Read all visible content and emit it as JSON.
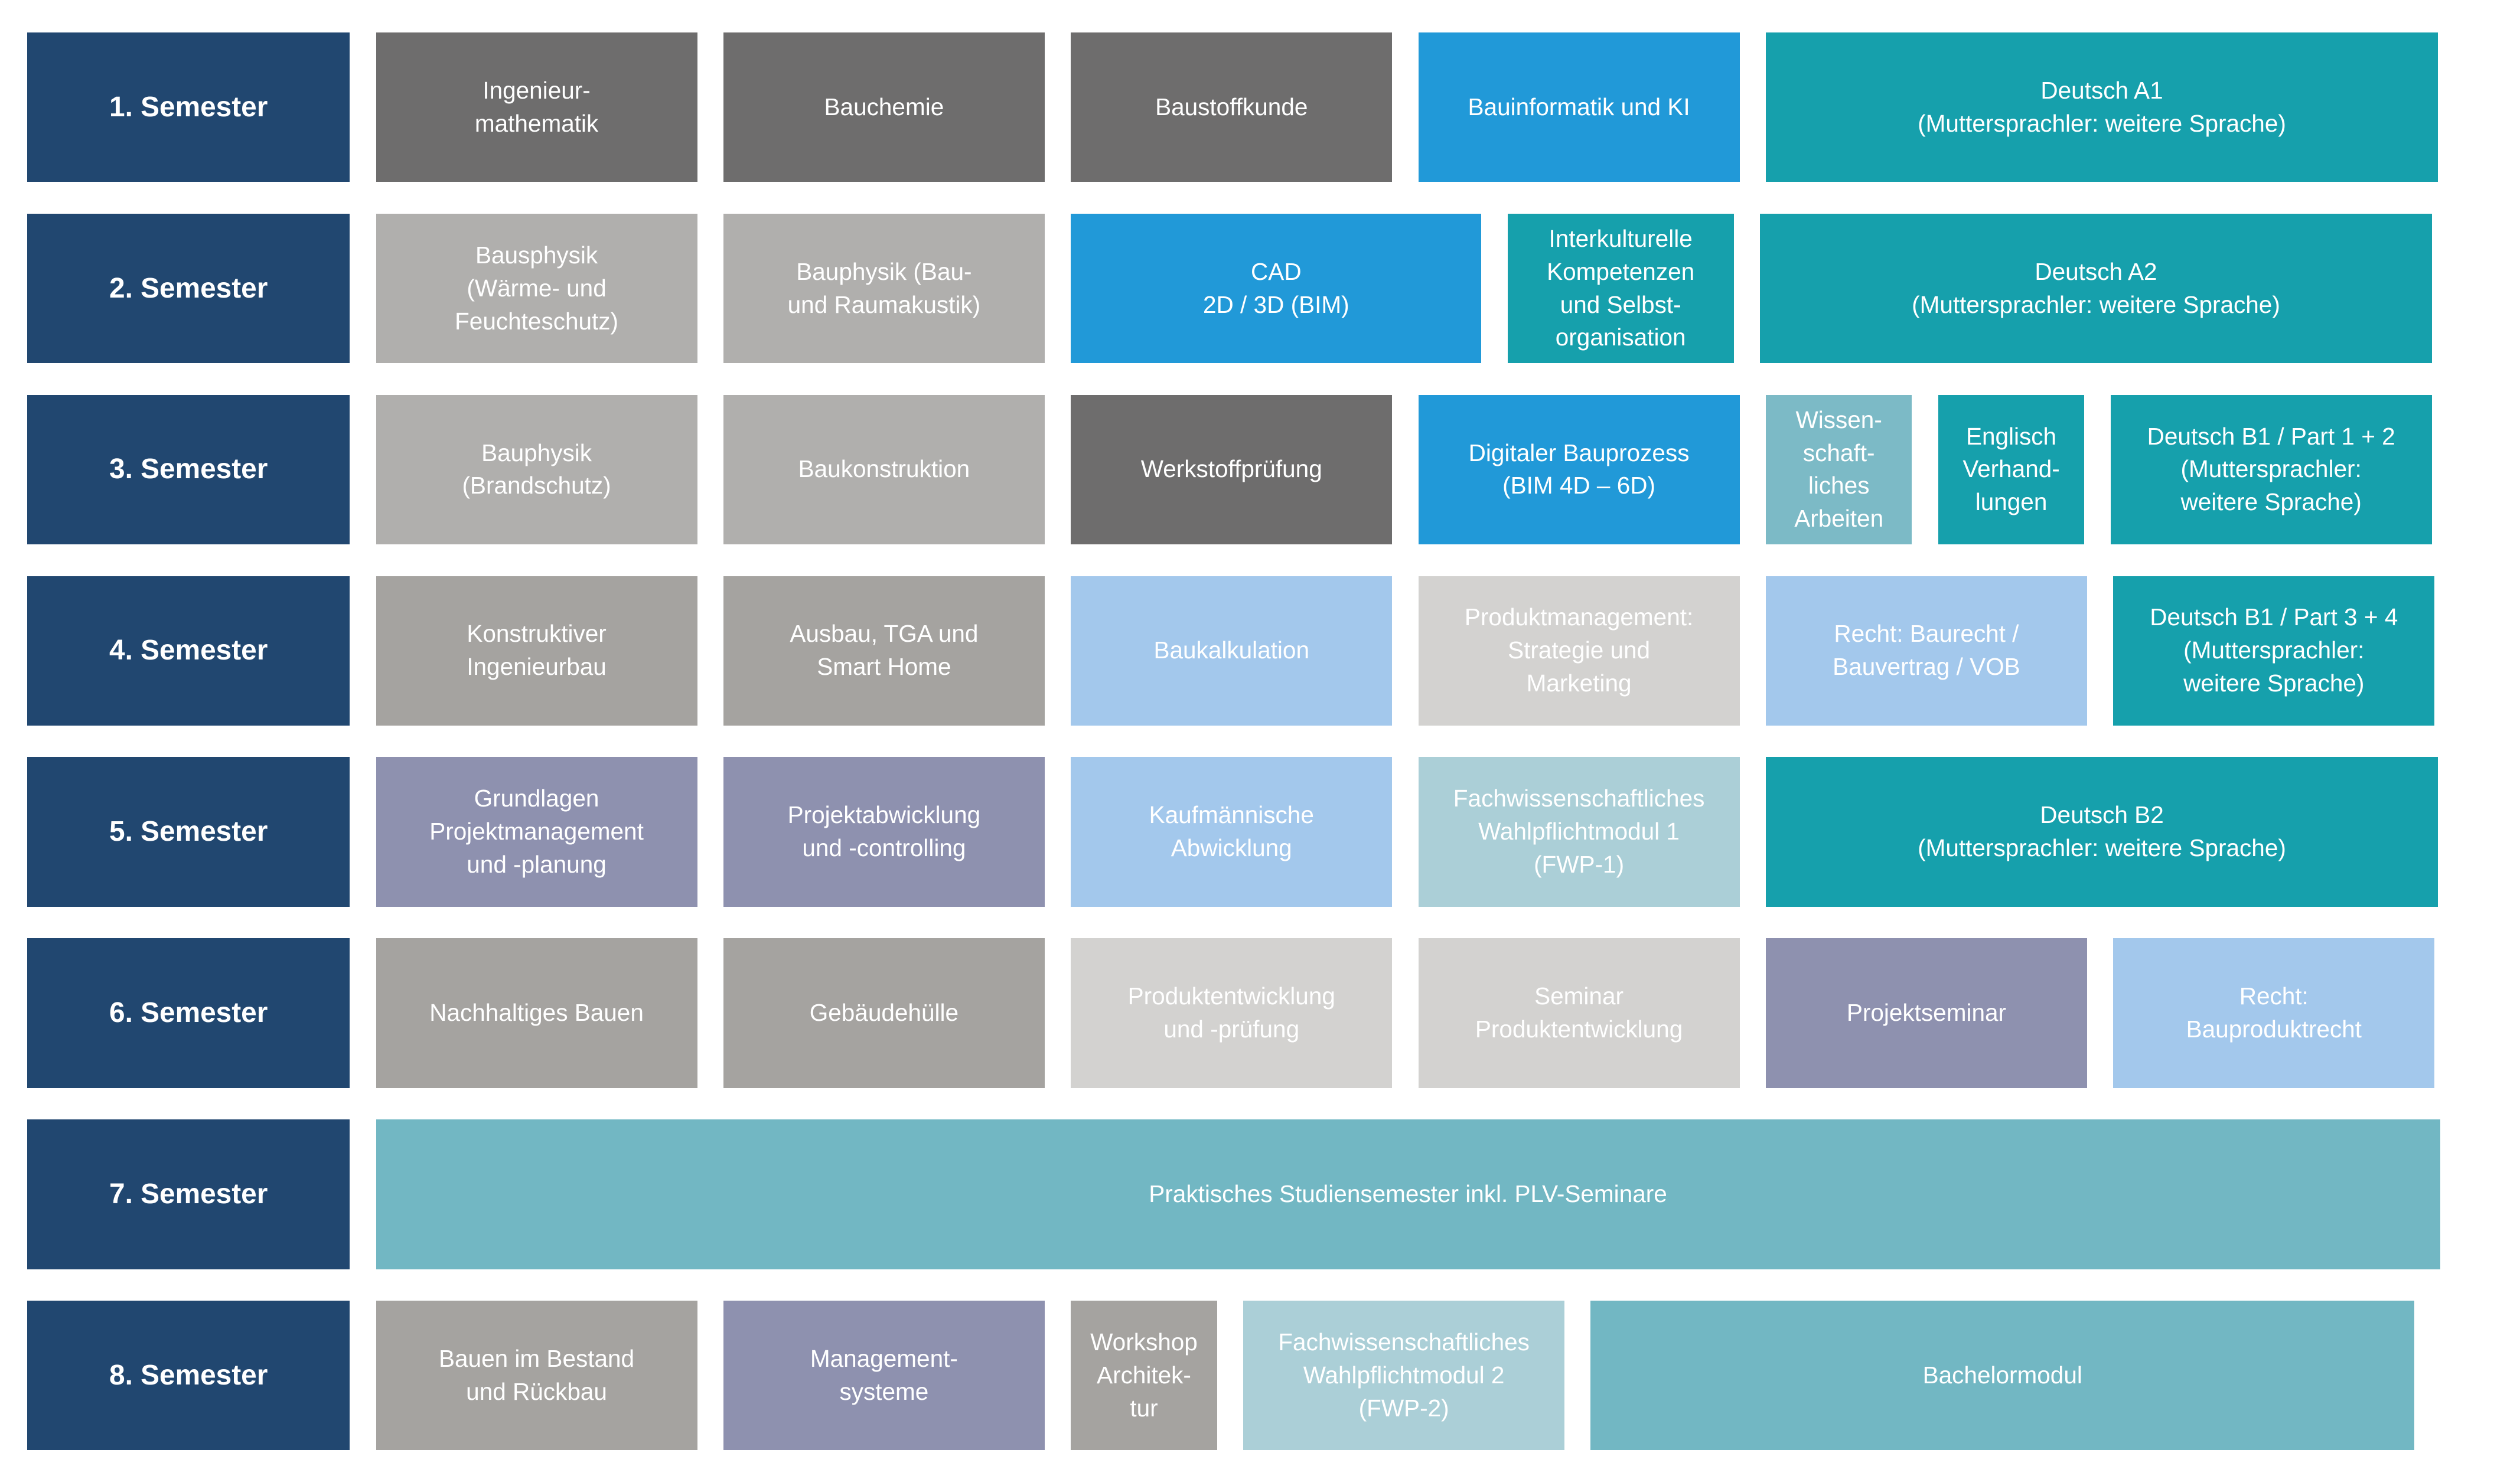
{
  "palette": {
    "navy": "#214770",
    "darkgray": "#6E6D6D",
    "gray": "#B0AFAD",
    "warmgray": "#A5A3A0",
    "lightgray": "#D3D2D0",
    "blue": "#2199D8",
    "teal": "#16A0AC",
    "lightteal": "#7CBAC6",
    "midteal": "#72B7C3",
    "paleteal": "#ABCFD7",
    "lightblue": "#A3C8EC",
    "purplegray": "#8E91AF",
    "text": "#FFFFFF",
    "background": "#FFFFFF"
  },
  "rows": [
    {
      "semester": "1. Semester",
      "modules": [
        {
          "label": "Ingenieur-\nmathematik",
          "color": "darkgray"
        },
        {
          "label": "Bauchemie",
          "color": "darkgray"
        },
        {
          "label": "Baustoffkunde",
          "color": "darkgray"
        },
        {
          "label": "Bauinformatik und KI",
          "color": "blue"
        },
        {
          "label": "Deutsch A1\n(Muttersprachler: weitere Sprache)",
          "color": "teal"
        }
      ]
    },
    {
      "semester": "2. Semester",
      "modules": [
        {
          "label": "Bausphysik\n(Wärme- und\nFeuchteschutz)",
          "color": "gray"
        },
        {
          "label": "Bauphysik (Bau-\nund Raumakustik)",
          "color": "gray"
        },
        {
          "label": "CAD\n2D / 3D (BIM)",
          "color": "blue"
        },
        {
          "label": "Interkulturelle\nKompetenzen\nund Selbst-\norganisation",
          "color": "teal"
        },
        {
          "label": "Deutsch A2\n(Muttersprachler: weitere Sprache)",
          "color": "teal"
        }
      ]
    },
    {
      "semester": "3. Semester",
      "modules": [
        {
          "label": "Bauphysik\n(Brandschutz)",
          "color": "gray"
        },
        {
          "label": "Baukonstruktion",
          "color": "gray"
        },
        {
          "label": "Werkstoffprüfung",
          "color": "darkgray"
        },
        {
          "label": "Digitaler Bauprozess\n(BIM 4D – 6D)",
          "color": "blue"
        },
        {
          "label": "Wissen-\nschaft-\nliches\nArbeiten",
          "color": "lightteal"
        },
        {
          "label": "Englisch\nVerhand-\nlungen",
          "color": "teal"
        },
        {
          "label": "Deutsch B1 / Part 1 + 2\n(Muttersprachler:\nweitere Sprache)",
          "color": "teal"
        }
      ]
    },
    {
      "semester": "4. Semester",
      "modules": [
        {
          "label": "Konstruktiver\nIngenieurbau",
          "color": "warmgray"
        },
        {
          "label": "Ausbau, TGA und\nSmart Home",
          "color": "warmgray"
        },
        {
          "label": "Baukalkulation",
          "color": "lightblue"
        },
        {
          "label": "Produktmanagement:\nStrategie und\nMarketing",
          "color": "lightgray"
        },
        {
          "label": "Recht: Baurecht /\nBauvertrag / VOB",
          "color": "lightblue"
        },
        {
          "label": "Deutsch B1 / Part 3 + 4\n(Muttersprachler:\nweitere Sprache)",
          "color": "teal"
        }
      ]
    },
    {
      "semester": "5. Semester",
      "modules": [
        {
          "label": "Grundlagen\nProjektmanagement\nund -planung",
          "color": "purplegray"
        },
        {
          "label": "Projektabwicklung\nund -controlling",
          "color": "purplegray"
        },
        {
          "label": "Kaufmännische\nAbwicklung",
          "color": "lightblue"
        },
        {
          "label": "Fachwissenschaftliches\nWahlpflichtmodul 1\n(FWP-1)",
          "color": "paleteal"
        },
        {
          "label": "Deutsch B2\n(Muttersprachler: weitere Sprache)",
          "color": "teal"
        }
      ]
    },
    {
      "semester": "6. Semester",
      "modules": [
        {
          "label": "Nachhaltiges Bauen",
          "color": "warmgray"
        },
        {
          "label": "Gebäudehülle",
          "color": "warmgray"
        },
        {
          "label": "Produktentwicklung\nund -prüfung",
          "color": "lightgray"
        },
        {
          "label": "Seminar\nProduktentwicklung",
          "color": "lightgray"
        },
        {
          "label": "Projektseminar",
          "color": "purplegray"
        },
        {
          "label": "Recht:\nBauproduktrecht",
          "color": "lightblue"
        }
      ]
    },
    {
      "semester": "7. Semester",
      "modules": [
        {
          "label": "Praktisches Studiensemester inkl. PLV-Seminare",
          "color": "midteal"
        }
      ]
    },
    {
      "semester": "8. Semester",
      "modules": [
        {
          "label": "Bauen im Bestand\nund Rückbau",
          "color": "warmgray"
        },
        {
          "label": "Management-\nsysteme",
          "color": "purplegray"
        },
        {
          "label": "Workshop\nArchitek-\ntur",
          "color": "warmgray"
        },
        {
          "label": "Fachwissenschaftliches\nWahlpflichtmodul 2\n(FWP-2)",
          "color": "paleteal"
        },
        {
          "label": "Bachelormodul",
          "color": "midteal"
        }
      ]
    }
  ]
}
